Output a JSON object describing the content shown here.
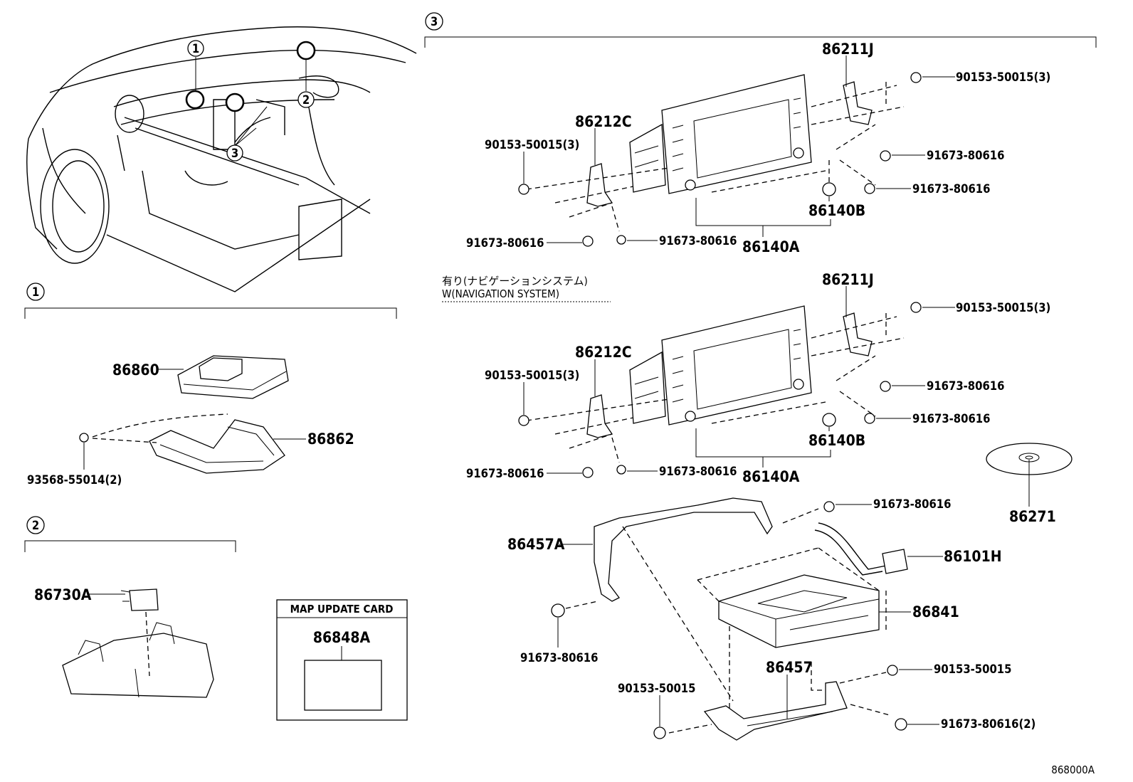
{
  "diagram": {
    "drawing_code": "868000A",
    "sections": [
      {
        "id": "sec-1",
        "marker": "1"
      },
      {
        "id": "sec-2",
        "marker": "2"
      },
      {
        "id": "sec-3",
        "marker": "3"
      }
    ],
    "vehicle_callouts": [
      "1",
      "2",
      "3"
    ],
    "nav_note": {
      "jp": "有り(ナビゲーションシステム)",
      "en": "W(NAVIGATION SYSTEM)"
    },
    "map_card": {
      "title": "MAP UPDATE CARD",
      "part": "86848A"
    },
    "labels": {
      "p86860": "86860",
      "p86862": "86862",
      "p93568": "93568-55014(2)",
      "p86730A": "86730A",
      "top_86211J": "86211J",
      "top_90153_3_r": "90153-50015(3)",
      "top_86212C": "86212C",
      "top_90153_3_l": "90153-50015(3)",
      "top_91673_a": "91673-80616",
      "top_91673_b": "91673-80616",
      "top_86140B": "86140B",
      "top_91673_c": "91673-80616",
      "top_91673_d": "91673-80616",
      "top_86140A": "86140A",
      "mid_86211J": "86211J",
      "mid_90153_3_r": "90153-50015(3)",
      "mid_86212C": "86212C",
      "mid_90153_3_l": "90153-50015(3)",
      "mid_91673_a": "91673-80616",
      "mid_91673_b": "91673-80616",
      "mid_86140B": "86140B",
      "mid_91673_c": "91673-80616",
      "mid_91673_d": "91673-80616",
      "mid_86140A": "86140A",
      "p86271": "86271",
      "bot_91673_top": "91673-80616",
      "p86457A": "86457A",
      "p86101H": "86101H",
      "p86841": "86841",
      "bot_91673_left": "91673-80616",
      "p86457": "86457",
      "bot_90153_r": "90153-50015",
      "bot_90153_l": "90153-50015",
      "bot_91673_2": "91673-80616(2)"
    }
  }
}
